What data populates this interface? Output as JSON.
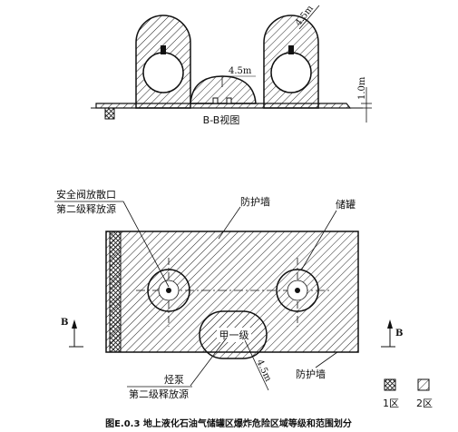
{
  "top_view": {
    "dim_tank_radius": "4.5m",
    "dim_pump_radius": "4.5m",
    "dim_height": "1.0m",
    "caption": "B-B视图"
  },
  "plan_view": {
    "label_safety_valve_l1": "安全阀放散口",
    "label_safety_valve_l2": "第二级释放源",
    "label_protective_wall_top": "防护墙",
    "label_tank": "储罐",
    "label_section_marker_left": "B",
    "label_section_marker_right": "B",
    "label_pump_code": "甲一级",
    "label_pump_radius": "4.5m",
    "label_pump_l1": "烃泵",
    "label_pump_l2": "第二级释放源",
    "label_protective_wall_bottom": "防护墙"
  },
  "legend": {
    "zone1": "1区",
    "zone2": "2区"
  },
  "figure_caption": "图E.0.3 地上液化石油气储罐区爆炸危险区域等级和范围划分"
}
